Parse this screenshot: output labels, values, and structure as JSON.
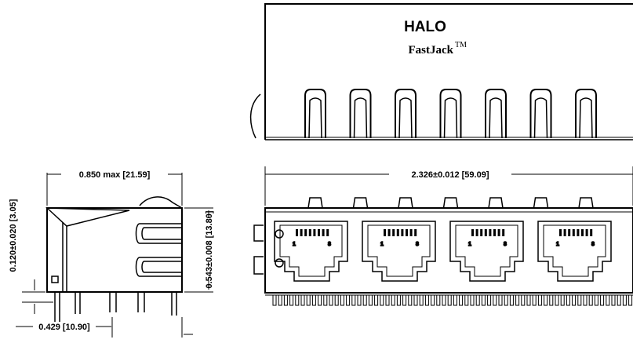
{
  "top_view": {
    "brand": "HALO",
    "product": "FastJack",
    "trademark": "TM",
    "contact_count": 7
  },
  "side_view": {
    "width_dim": "0.850 max [21.59]",
    "height_dim": "0.543±0.008 [13.80]",
    "standoff_dim": "0.120±0.020 [3.05]",
    "pin_offset_dim": "0.429 [10.90]"
  },
  "front_view": {
    "width_dim": "2.326±0.012 [59.09]",
    "port_count": 4,
    "pin_label_first": "1",
    "pin_label_last": "8"
  }
}
